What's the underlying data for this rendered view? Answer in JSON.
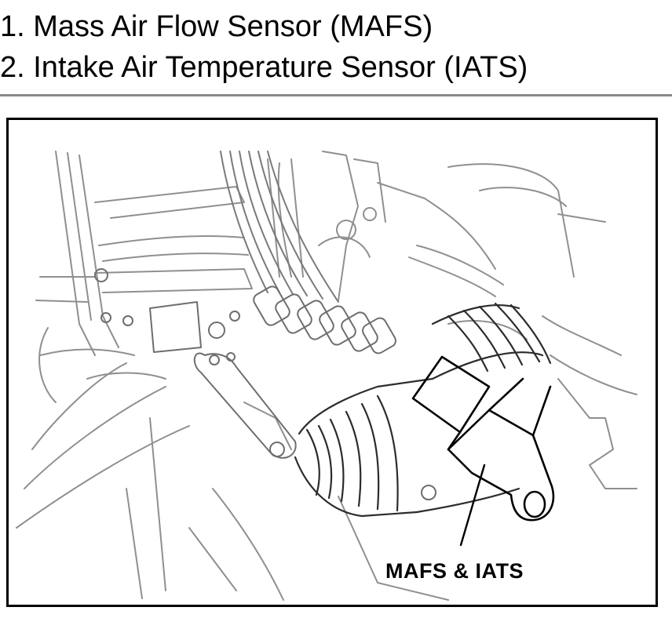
{
  "legend": {
    "items": [
      "1. Mass Air Flow Sensor (MAFS)",
      "2. Intake Air Temperature Sensor (IATS)"
    ]
  },
  "diagram": {
    "callout_label": "MAFS & IATS",
    "line_color": "#000000",
    "faint_line_color": "#9a9a9a"
  }
}
